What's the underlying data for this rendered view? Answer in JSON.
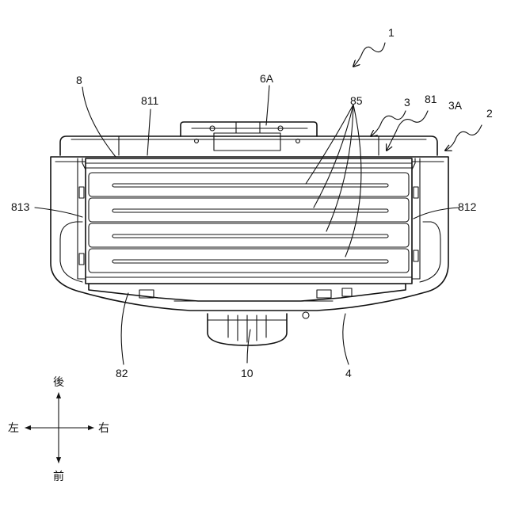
{
  "labels": {
    "assembly": "1",
    "unit_2": "2",
    "part_3": "3",
    "part_3A": "3A",
    "part_4": "4",
    "part_6A": "6A",
    "part_8": "8",
    "part_10": "10",
    "part_81": "81",
    "part_82": "82",
    "part_85": "85",
    "part_811": "811",
    "part_812": "812",
    "part_813": "813"
  },
  "orientation": {
    "back": "後",
    "front": "前",
    "left": "左",
    "right": "右"
  }
}
